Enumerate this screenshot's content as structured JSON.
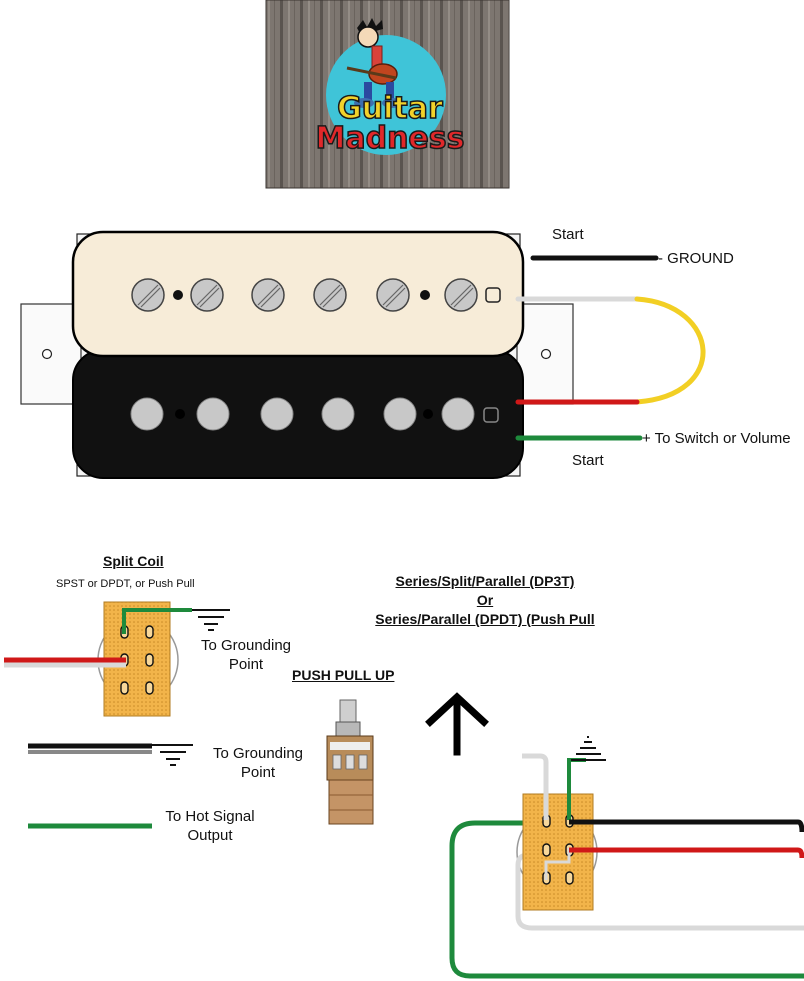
{
  "logo": {
    "line1": "Guitar",
    "line2": "Madness"
  },
  "pickup": {
    "start_top": "Start",
    "ground_label": "- GROUND",
    "start_bottom": "Start",
    "hot_label": "+ To Switch or Volume"
  },
  "split_coil": {
    "title": "Split Coil",
    "subtitle": "SPST or DPDT, or Push Pull",
    "ground_point_1": "To Grounding Point",
    "ground_point_2": "To Grounding Point",
    "hot_output": "To Hot Signal Output"
  },
  "series_parallel": {
    "line1": "Series/Split/Parallel (DP3T)",
    "line2": "Or",
    "line3": "Series/Parallel (DPDT) (Push Pull"
  },
  "push_pull": {
    "label": "PUSH PULL UP"
  },
  "colors": {
    "cream": "#f7ecd8",
    "bobbin_black": "#111111",
    "pole": "#c8c8c8",
    "wire_white": "#d9d9d9",
    "wire_yellow": "#f2cf24",
    "wire_red": "#d01818",
    "wire_green": "#1e8a3c",
    "wire_black": "#111111",
    "switch_orange": "#f2b44a"
  }
}
